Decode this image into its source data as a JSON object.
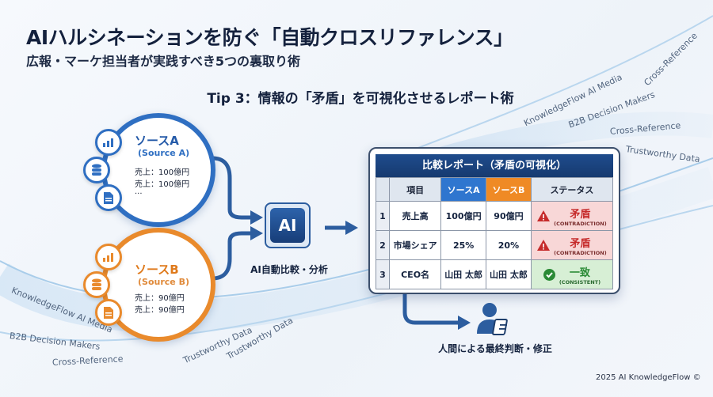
{
  "title": "AIハルシネーションを防ぐ「自動クロスリファレンス」",
  "subtitle": "広報・マーケ担当者が実践すべき5つの裏取り術",
  "tip_heading": "Tip 3：情報の「矛盾」を可視化させるレポート術",
  "decorative_labels": {
    "top": [
      "Cross-Reference",
      "KnowledgeFlow AI Media",
      "B2B Decision Makers",
      "Cross-Reference",
      "Trustworthy Data"
    ],
    "bottom": [
      "KnowledgeFlow AI Media",
      "B2B Decision Makers",
      "Cross-Reference",
      "Trustworthy Data",
      "Trustworthy Data"
    ]
  },
  "source_a": {
    "name": "ソースA",
    "name_en": "(Source A)",
    "lines": [
      "売上：100億円",
      "売上：100億円",
      "..."
    ],
    "color": "#2f6fc2",
    "icons": [
      "chart-icon",
      "database-icon",
      "document-icon"
    ]
  },
  "source_b": {
    "name": "ソースB",
    "name_en": "(Source B)",
    "lines": [
      "売上：90億円",
      "売上：90億円"
    ],
    "color": "#e98a2c",
    "icons": [
      "chart-icon",
      "database-icon",
      "document-icon"
    ]
  },
  "ai": {
    "chip_label": "AI",
    "caption": "AI自動比較・分析"
  },
  "report": {
    "title": "比較レポート（矛盾の可視化）",
    "columns": [
      "",
      "項目",
      "ソースA",
      "ソースB",
      "ステータス"
    ],
    "rows": [
      {
        "num": "1",
        "item": "売上高",
        "a": "100億円",
        "b": "90億円",
        "status": "矛盾",
        "status_en": "(CONTRADICTION)",
        "type": "contradiction"
      },
      {
        "num": "2",
        "item": "市場シェア",
        "a": "25%",
        "b": "20%",
        "status": "矛盾",
        "status_en": "(CONTRADICTION)",
        "type": "contradiction"
      },
      {
        "num": "3",
        "item": "CEO名",
        "a": "山田 太郎",
        "b": "山田 太郎",
        "status": "一致",
        "status_en": "(CONSISTENT)",
        "type": "consistent"
      }
    ]
  },
  "human": {
    "caption": "人間による最終判断・修正"
  },
  "footer": "2025 AI KnowledgeFlow ©"
}
